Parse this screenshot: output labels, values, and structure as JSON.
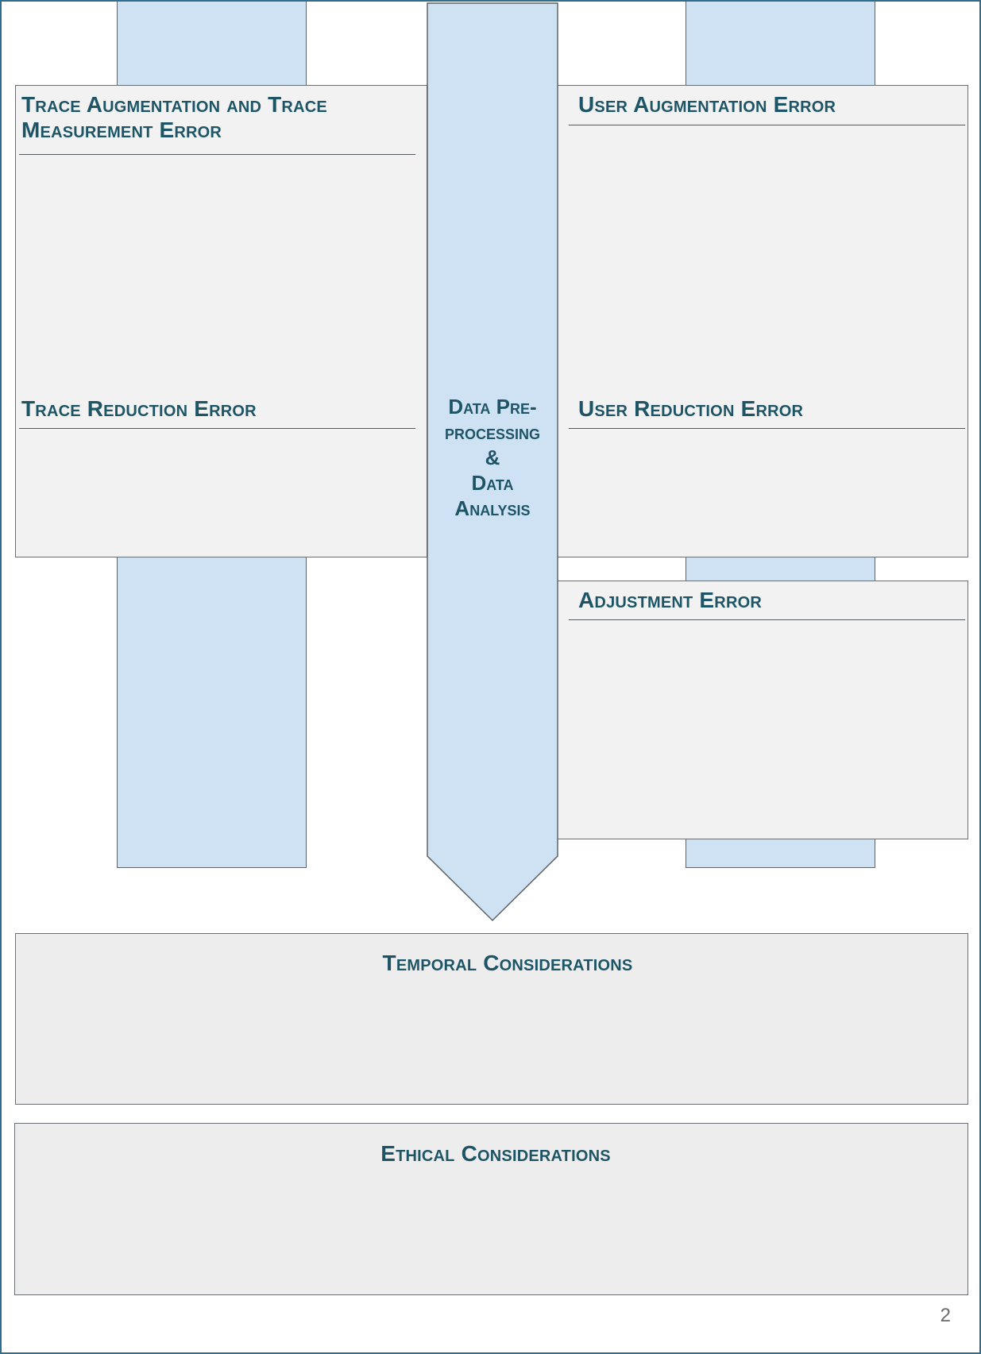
{
  "sections": {
    "trace_augmentation": "Trace Augmentation and Trace Measurement Error",
    "user_augmentation": "User Augmentation Error",
    "trace_reduction": "Trace Reduction Error",
    "user_reduction": "User Reduction Error",
    "adjustment": "Adjustment Error",
    "temporal": "Temporal Considerations",
    "ethical": "Ethical Considerations"
  },
  "center_arrow": {
    "lines": [
      "Data Pre-",
      "processing",
      "&",
      "Data",
      "Analysis"
    ]
  },
  "page_number": "2",
  "colors": {
    "column_fill": "#cfe2f3",
    "box_fill": "#f2f2f2",
    "heading_text": "#1d5566",
    "frame_border": "#2f6e8f"
  }
}
